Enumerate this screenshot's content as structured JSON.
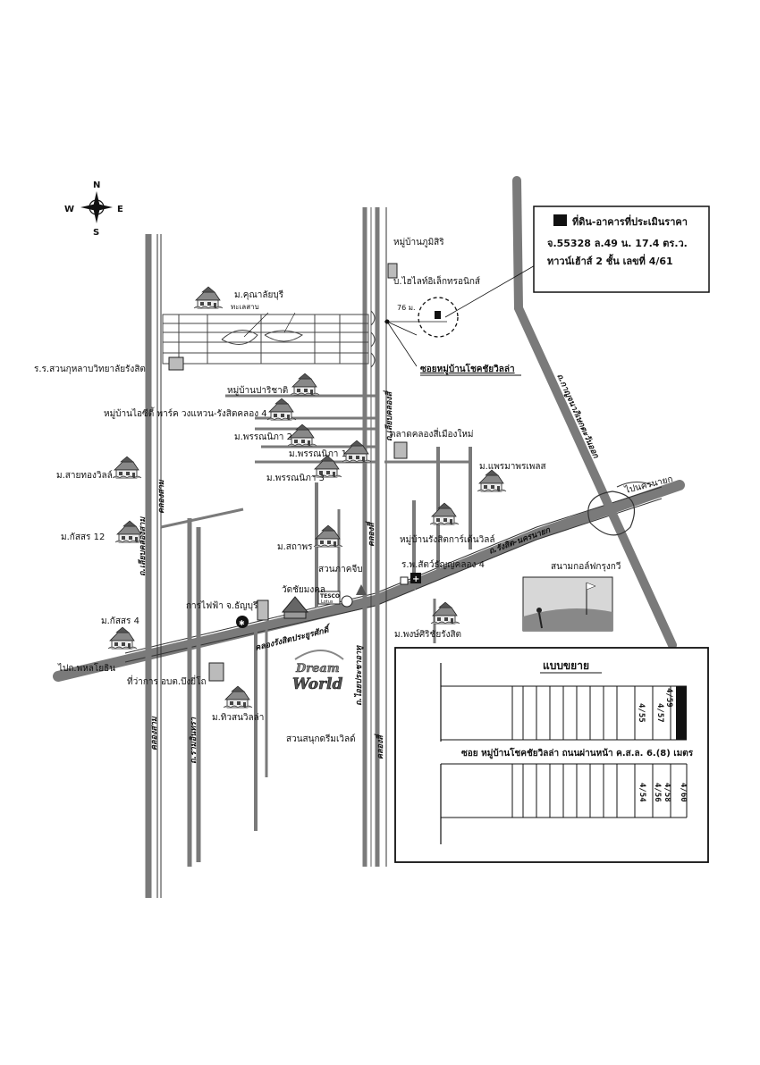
{
  "compass": {
    "n": "N",
    "s": "S",
    "e": "E",
    "w": "W"
  },
  "legend": {
    "line1": "ที่ดิน-อาคารที่ประเมินราคา",
    "line2": "จ.55328  ล.49  น. 17.4 ตร.ว.",
    "line3": "ทาวน์เฮ้าส์ 2 ชั้น  เลขที่ 4/61"
  },
  "distance_label": "76 ม.",
  "labels": {
    "phumsiri": "หมู่บ้านภูมิสิริ",
    "hightech": "บ.ไฮไลท์อิเล็กทรอนิกส์",
    "kunalai": "ม.คุณาลัยบุรี",
    "swan_lake": "ทะเลสาบ",
    "school": "ร.ร.สวนกุหลาบวิทยาลัยรังสิต",
    "soi_target": "ซอยหมู่บ้านโชคชัยวิลล่า",
    "paricha": "หมู่บ้านปาริชาติ",
    "icity": "หมู่บ้านไอซีตี้ พาร์ค วงแหวน-รังสิตคลอง 4",
    "market": "ตลาดคลองสี่เมืองใหม่",
    "pornnika2": "ม.พรรณนิภา 2",
    "pornnika1": "ม.พรรณนิภา 1",
    "pornnika3": "ม.พรรณนิภา 3",
    "saithong": "ม.สายทองวิลล์",
    "prempreeya": "ม.แพรมาพรเพลส",
    "kitsorn12": "ม.กัสสร 12",
    "rangsit_garden": "หมู่บ้านรังสิตการ์เด้นวิลล์",
    "sathaporn": "ม.สถาพร",
    "hospital": "ร.พ.สัตว์ธัญญคลอง 4",
    "golf": "สนามกอล์ฟกรุงกวี",
    "park": "สวนภาคจีบ",
    "temple": "วัดชัยมงคล",
    "pea": "การไฟฟ้า จ.ธัญบุรี",
    "kitsorn4": "ม.กัสสร 4",
    "pongsiri": "ม.พงษ์ศิริชัยรังสิต",
    "district": "ที่ว่าการ อบต.บึงยี่โถ",
    "thiwsanwila": "ม.ทิวสนวิลล่า",
    "dreamworld_park": "สวนสนุกดรีมเวิลด์",
    "dream_logo1": "Dream",
    "dream_logo2": "World",
    "tesco1": "TESCO",
    "tesco2": "Lotus",
    "to_phahon": "ไปถ.พหลโยธิน",
    "to_nakhonnayok": "ไปนครนายก",
    "rd_rangsit_nayok": "ถ.รังสิต-นครนายก",
    "rd_ring": "ถ.กาญจนาภิเษกตะวันออก",
    "canal_rangsit": "คลองรังสิตประยูรศักดิ์",
    "rd_klong4": "ถ.เลียบคลองสี่",
    "rd_klong3": "ถ.เลียบคลองสาม",
    "canal3": "คลองสาม",
    "canal3b": "คลองสาม",
    "canal4a": "คลองสี่",
    "canal4b": "คลองสี่",
    "canal4c": "คลองสี่",
    "rd_ramindra": "ถ.รามอินทรา",
    "rd_prachasamakkhi": "ถ.ไอยประชาอาทู"
  },
  "inset": {
    "title": "แบบขยาย",
    "road_label": "ซอย หมู่บ้านโชคชัยวิลล่า  ถนนผ่านหน้า ค.ส.ล. 6.(8) เมตร",
    "top_units": [
      "4/59",
      "4/57",
      "4/55"
    ],
    "bottom_units": [
      "4/60",
      "4/58",
      "4/56",
      "4/54"
    ]
  }
}
